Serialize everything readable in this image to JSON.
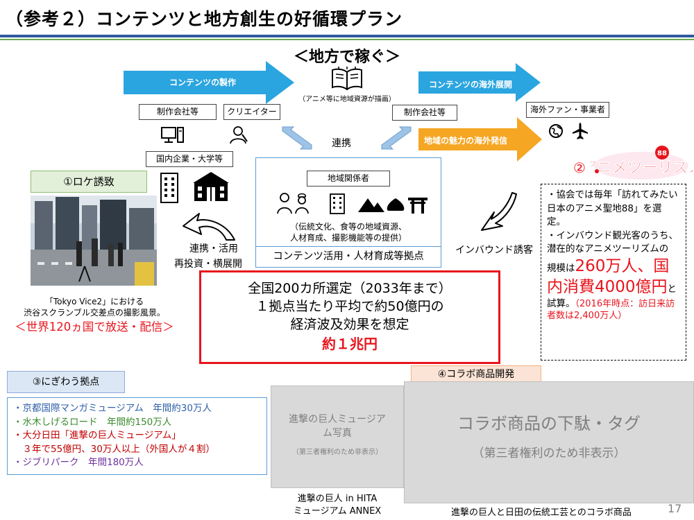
{
  "title": "（参考２）コンテンツと地方創生の好循環プラン",
  "page_number": "17",
  "center": {
    "heading": "＜地方で稼ぐ＞",
    "sub": "（アニメ等に地域資源が描画）",
    "renkei": "連携"
  },
  "arrows": {
    "content_production": "コンテンツの製作",
    "overseas_expansion": "コンテンツの海外展開",
    "regional_appeal": "地域の魅力の海外発信"
  },
  "labels": {
    "production_company_left": "制作会社等",
    "creator": "クリエイター",
    "production_company_right": "制作会社等",
    "overseas_fans": "海外ファン・事業者",
    "domestic_companies": "国内企業・大学等",
    "renkei_katsuyo_1": "連携・活用",
    "renkei_katsuyo_2": "再投資・横展開",
    "inbound": "インバウンド誘客"
  },
  "hub": {
    "title": "地域関係者",
    "desc1": "（伝統文化、食等の地域資源、",
    "desc2": "人材育成、撮影機能等の提供）",
    "footer": "コンテンツ活用・人材育成等拠点"
  },
  "summary": {
    "line1": "全国200カ所選定（2033年まで）",
    "line2": "１拠点当たり平均で約50億円の",
    "line3": "経済波及効果を想定",
    "line4": "約１兆円"
  },
  "location": {
    "heading": "①ロケ誘致",
    "caption1": "「Tokyo Vice2」における",
    "caption2": "渋谷スクランブル交差点の撮影風景。",
    "highlight": "＜世界120ヵ国で放送・配信＞"
  },
  "anime_tourism": {
    "number": "②",
    "logo_text": "アニメツーリズム",
    "logo_badge": "88",
    "p1": "・協会では毎年「訪れてみたい日本のアニメ聖地88」を選定。",
    "p2": "・インバウンド観光客のうち、潜在的なアニメツーリズムの",
    "p3_prefix": "規模は",
    "p3_red_a": "260万人、",
    "p3_red_b": "国内消費4000",
    "p3_red_c": "億円",
    "p3_suffix": "と試算。",
    "p3_note": "（2016年時点：訪日来訪者数は2,400万人）"
  },
  "busy_spots": {
    "heading": "③にぎわう拠点",
    "items": [
      {
        "text": "・京都国際マンガミュージアム　年間約30万人",
        "color": "#2e5fa8"
      },
      {
        "text": "・水木しげるロード　年間約150万人",
        "color": "#3a8a2e"
      },
      {
        "text": "・大分日田「進撃の巨人ミュージアム」",
        "color": "#c00000"
      },
      {
        "text": "　３年で55億円、30万人以上（外国人が４割）",
        "color": "#c00000"
      },
      {
        "text": "・ジブリパーク　年間180万人",
        "color": "#7030a0"
      }
    ]
  },
  "collab": {
    "heading": "④コラボ商品開発",
    "museum_placeholder_1": "進撃の巨人ミュージア",
    "museum_placeholder_2": "ム写真",
    "museum_placeholder_note": "（第三者権利のため非表示）",
    "museum_caption_1": "進撃の巨人 in HITA",
    "museum_caption_2": "ミュージアム ANNEX",
    "goods_placeholder": "コラボ商品の下駄・タグ",
    "goods_placeholder_note": "（第三者権利のため非表示）",
    "goods_caption": "進撃の巨人と日田の伝統工芸とのコラボ商品"
  },
  "colors": {
    "blue_arrow": "#2ba5df",
    "orange_arrow": "#f5a623",
    "red": "#e8141c",
    "title_rule": "#2f5a9e",
    "title_rule_green": "#6aa84f"
  }
}
